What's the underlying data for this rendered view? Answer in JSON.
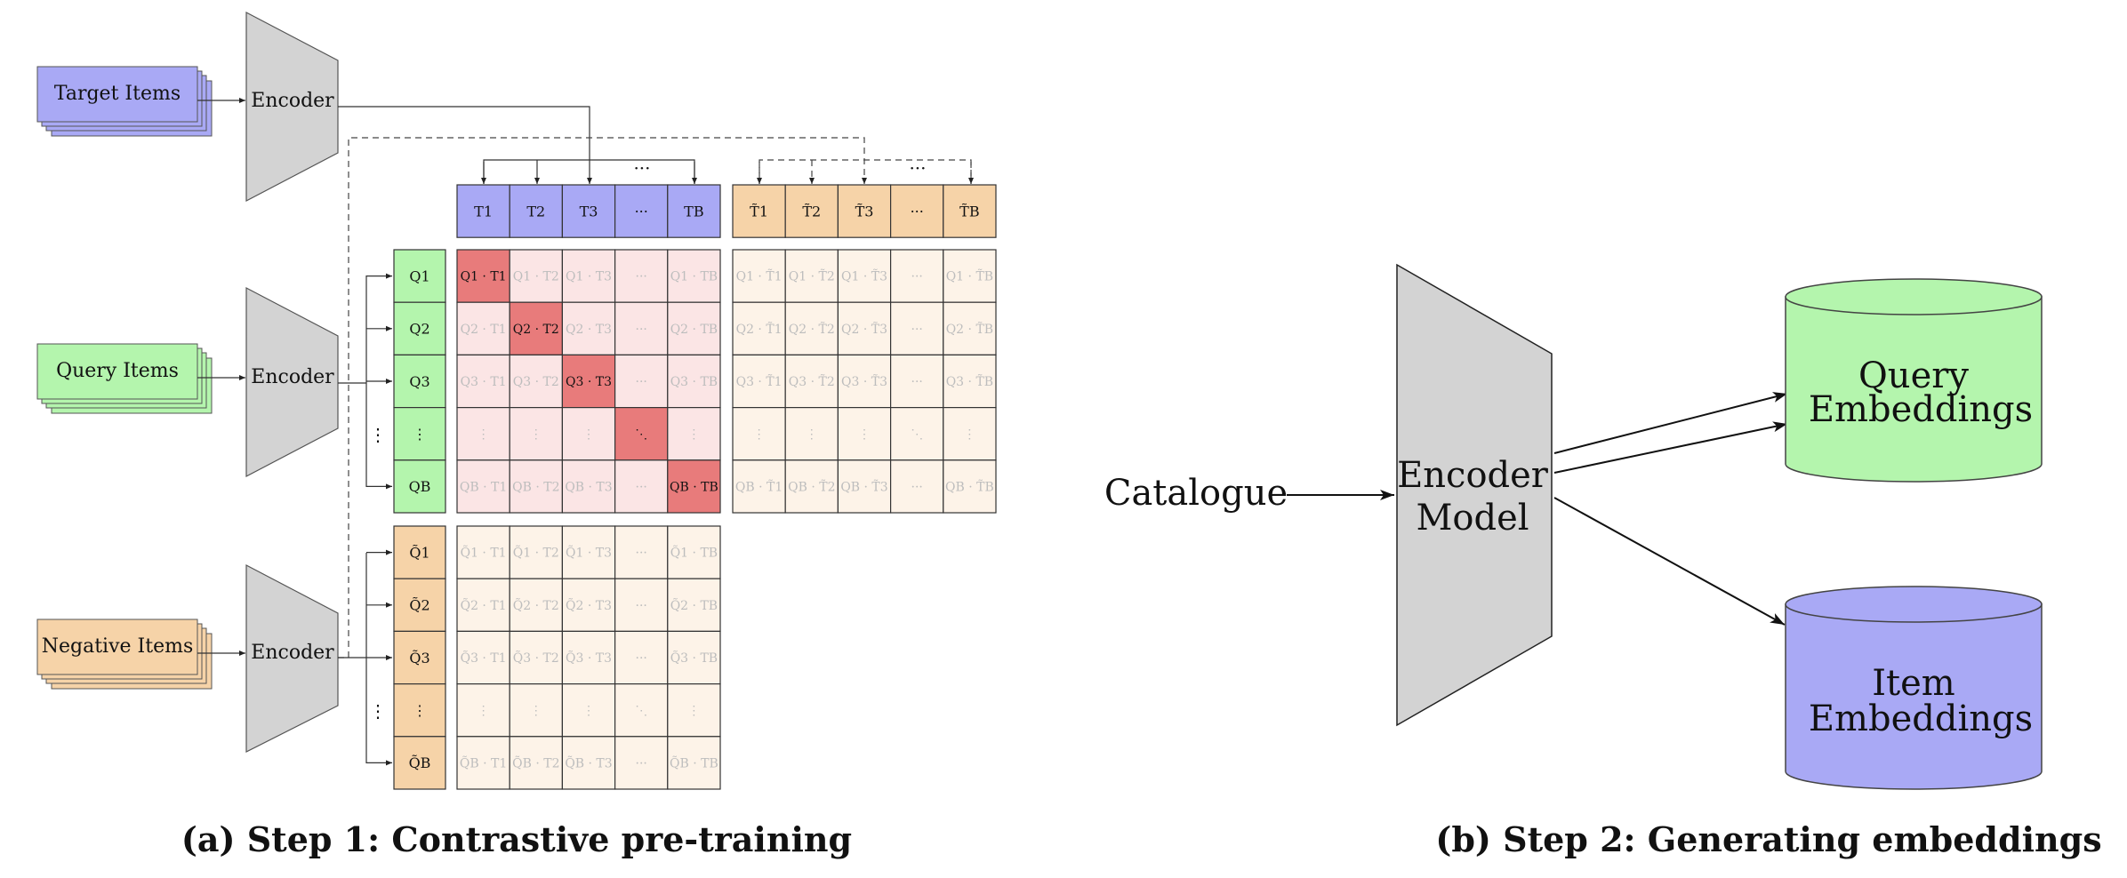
{
  "colors": {
    "target": "#a9a9f5",
    "query": "#b4f5ad",
    "negative": "#f6d3a8",
    "encoder": "#d3d3d3",
    "diag": "#e87b7b",
    "pos_bg": "#fbe5e5",
    "neg_bg": "#fdf3e8",
    "faint_text": "#bdbdbd",
    "item_db": "#a9a9f5",
    "query_db": "#b4f5ad"
  },
  "step1": {
    "caption": "(a) Step 1: Contrastive pre-training",
    "inputs": {
      "target": "Target Items",
      "query": "Query Items",
      "negative": "Negative Items"
    },
    "encoder_label": "Encoder",
    "target_header": [
      "T1",
      "T2",
      "T3",
      "···",
      "TB"
    ],
    "neg_target_header": [
      "T̃1",
      "T̃2",
      "T̃3",
      "···",
      "T̃B"
    ],
    "query_column": [
      "Q1",
      "Q2",
      "Q3",
      "⋮",
      "QB"
    ],
    "neg_query_column": [
      "Q̃1",
      "Q̃2",
      "Q̃3",
      "⋮",
      "Q̃B"
    ],
    "diag_cells": [
      "Q1 · T1",
      "Q2 · T2",
      "Q3 · T3",
      "⋱",
      "QB · TB"
    ],
    "faint_cells": {
      "pos": [
        [
          "Q1 · T1",
          "Q1 · T2",
          "Q1 · T3",
          "···",
          "Q1 · TB"
        ],
        [
          "Q2 · T1",
          "Q2 · T2",
          "Q2 · T3",
          "···",
          "Q2 · TB"
        ],
        [
          "Q3 · T1",
          "Q3 · T2",
          "Q3 · T3",
          "···",
          "Q3 · TB"
        ],
        [
          "⋮",
          "⋮",
          "⋮",
          "⋱",
          "⋮"
        ],
        [
          "QB · T1",
          "QB · T2",
          "QB · T3",
          "···",
          "QB · TB"
        ]
      ],
      "neg_t": [
        [
          "Q1 · T̃1",
          "Q1 · T̃2",
          "Q1 · T̃3",
          "···",
          "Q1 · T̃B"
        ],
        [
          "Q2 · T̃1",
          "Q2 · T̃2",
          "Q2 · T̃3",
          "···",
          "Q2 · T̃B"
        ],
        [
          "Q3 · T̃1",
          "Q3 · T̃2",
          "Q3 · T̃3",
          "···",
          "Q3 · T̃B"
        ],
        [
          "⋮",
          "⋮",
          "⋮",
          "⋱",
          "⋮"
        ],
        [
          "QB · T̃1",
          "QB · T̃2",
          "QB · T̃3",
          "···",
          "QB · T̃B"
        ]
      ],
      "neg_q": [
        [
          "Q̃1 · T1",
          "Q̃1 · T2",
          "Q̃1 · T3",
          "···",
          "Q̃1 · TB"
        ],
        [
          "Q̃2 · T1",
          "Q̃2 · T2",
          "Q̃2 · T3",
          "···",
          "Q̃2 · TB"
        ],
        [
          "Q̃3 · T1",
          "Q̃3 · T2",
          "Q̃3 · T3",
          "···",
          "Q̃3 · TB"
        ],
        [
          "⋮",
          "⋮",
          "⋮",
          "⋱",
          "⋮"
        ],
        [
          "Q̃B · T1",
          "Q̃B · T2",
          "Q̃B · T3",
          "···",
          "Q̃B · TB"
        ]
      ]
    },
    "dots": "···"
  },
  "step2": {
    "caption": "(b) Step 2: Generating embeddings",
    "catalogue": "Catalogue",
    "encoder_model": [
      "Encoder",
      "Model"
    ],
    "query_db": [
      "Query",
      "Embeddings"
    ],
    "item_db": [
      "Item",
      "Embeddings"
    ]
  }
}
